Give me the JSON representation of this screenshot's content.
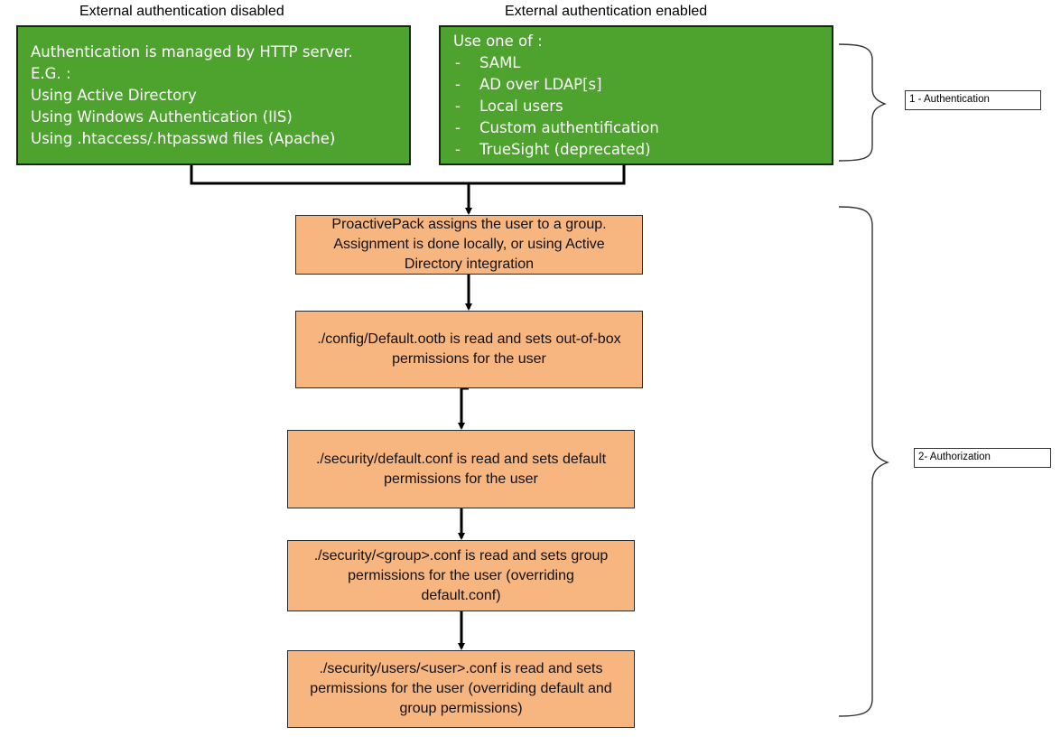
{
  "columns": {
    "left_title": "External authentication disabled",
    "right_title": "External authentication enabled"
  },
  "left_box": {
    "lines": [
      "Authentication is managed by HTTP server.",
      "E.G. :",
      "Using Active Directory",
      "Using Windows Authentication (IIS)",
      "Using .htaccess/.htpasswd files (Apache)"
    ]
  },
  "right_box": {
    "intro": "Use one of :",
    "dash": "-",
    "items": [
      "SAML",
      "AD over LDAP[s]",
      "Local users",
      "Custom authentification",
      "TrueSight (deprecated)"
    ]
  },
  "steps": [
    {
      "lines": [
        "ProactivePack assigns the user to a group.",
        "Assignment is done locally, or using Active",
        "Directory integration"
      ]
    },
    {
      "lines": [
        "./config/Default.ootb is read and sets out-of-box",
        "permissions for the user"
      ]
    },
    {
      "lines": [
        "./security/default.conf is read and sets default",
        "permissions for the user"
      ]
    },
    {
      "lines": [
        "./security/<group>.conf is read and sets group",
        "permissions for the user (overriding",
        "default.conf)"
      ]
    },
    {
      "lines": [
        "./security/users/<user>.conf is read and sets",
        "permissions for the user (overriding default and",
        "group permissions)"
      ]
    }
  ],
  "phases": {
    "authentication": "1 - Authentication",
    "authorization": "2- Authorization"
  },
  "colors": {
    "green_box": "#4ea22e",
    "orange_box": "#f7b580",
    "connector": "#000000"
  }
}
